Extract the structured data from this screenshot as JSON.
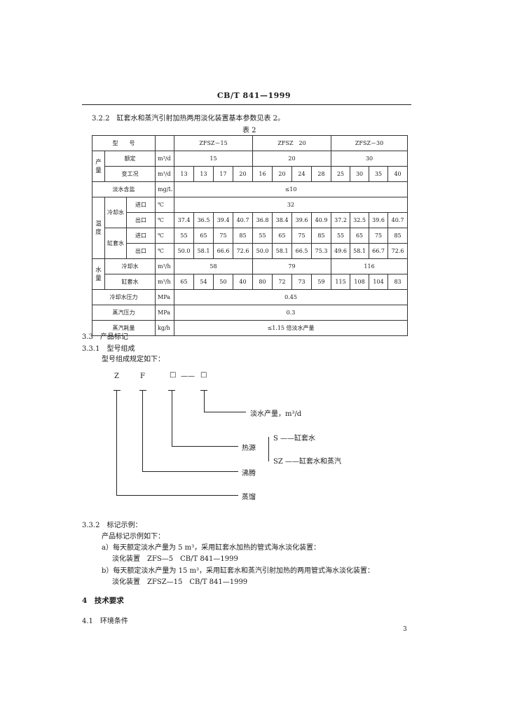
{
  "header": {
    "code": "CB/T 841—1999"
  },
  "section_322": {
    "text": "3.2.2　缸套水和蒸汽引射加热两用淡化装置基本参数见表 2。"
  },
  "table_title": "表 2",
  "table": {
    "h_type": "型　　号",
    "models": [
      "ZFSZ－15",
      "ZFSZ　20",
      "ZFSZ－30"
    ],
    "grp_output": "产量",
    "grp_temp": "温度",
    "grp_water": "水量",
    "r_rated": {
      "label": "额定",
      "unit": "m³/d",
      "vals": [
        "15",
        "20",
        "30"
      ]
    },
    "r_var": {
      "label": "变工况",
      "unit": "m³/d",
      "vals": [
        "13",
        "13",
        "17",
        "20",
        "16",
        "20",
        "24",
        "28",
        "25",
        "30",
        "35",
        "40"
      ]
    },
    "r_salt": {
      "label": "淡水含盐",
      "unit": "mg/L",
      "val": "≤10"
    },
    "sub_cool": "冷却水",
    "sub_jacket": "缸套水",
    "r_cin": {
      "label": "进口",
      "unit": "℃",
      "val": "32"
    },
    "r_cout": {
      "label": "出口",
      "unit": "℃",
      "vals": [
        "37.4",
        "36.5",
        "39.4",
        "40.7",
        "36.8",
        "38.4",
        "39.6",
        "40.9",
        "37.2",
        "32.5",
        "39.6",
        "40.7"
      ]
    },
    "r_jin": {
      "label": "进口",
      "unit": "℃",
      "vals": [
        "55",
        "65",
        "75",
        "85",
        "55",
        "65",
        "75",
        "85",
        "55",
        "65",
        "75",
        "85"
      ]
    },
    "r_jout": {
      "label": "出口",
      "unit": "℃",
      "vals": [
        "50.0",
        "58.1",
        "66.6",
        "72.6",
        "50.0",
        "58.1",
        "66.5",
        "75.3",
        "49.6",
        "58.1",
        "66.7",
        "72.6"
      ]
    },
    "r_wcool": {
      "label": "冷却水",
      "unit": "m³/h",
      "vals": [
        "58",
        "79",
        "116"
      ]
    },
    "r_wjack": {
      "label": "缸套水",
      "unit": "m³/h",
      "vals": [
        "65",
        "54",
        "50",
        "40",
        "80",
        "72",
        "73",
        "59",
        "115",
        "108",
        "104",
        "83"
      ]
    },
    "r_pcool": {
      "label": "冷却水压力",
      "unit": "MPa",
      "val": "0.45"
    },
    "r_psteam": {
      "label": "蒸汽压力",
      "unit": "MPa",
      "val": "0.3"
    },
    "r_steam": {
      "label": "蒸汽耗量",
      "unit": "kg/h",
      "val": "≤1.15 倍淡水产量"
    }
  },
  "sec_33": "3.3　产品标记",
  "sec_331": "3.3.1　型号组成",
  "p_model": "型号组成规定如下：",
  "diagram": {
    "c1": "Z",
    "c2": "F",
    "box": "□",
    "dash": "——",
    "l_output": "淡水产量，m³/d",
    "l_s": "S ——缸套水",
    "l_heat": "热源",
    "l_sz": "SZ ——缸套水和蒸汽",
    "l_boil": "沸腾",
    "l_dist": "蒸馏"
  },
  "sec_332": "3.3.2　标记示例：",
  "p_ex": "产品标记示例如下：",
  "ex_a": "a）每天额定淡水产量为 5 m³，采用缸套水加热的管式海水淡化装置：",
  "ex_a_mark": "淡化装置　ZFS—5　CB/T 841—1999",
  "ex_b": "b）每天额定淡水产量为 15 m³，采用缸套水和蒸汽引射加热的两用管式海水淡化装置：",
  "ex_b_mark": "淡化装置　ZFSZ—15　CB/T 841—1999",
  "sec_4": "4　技术要求",
  "sec_41": "4.1　环境条件",
  "page_number": "3"
}
